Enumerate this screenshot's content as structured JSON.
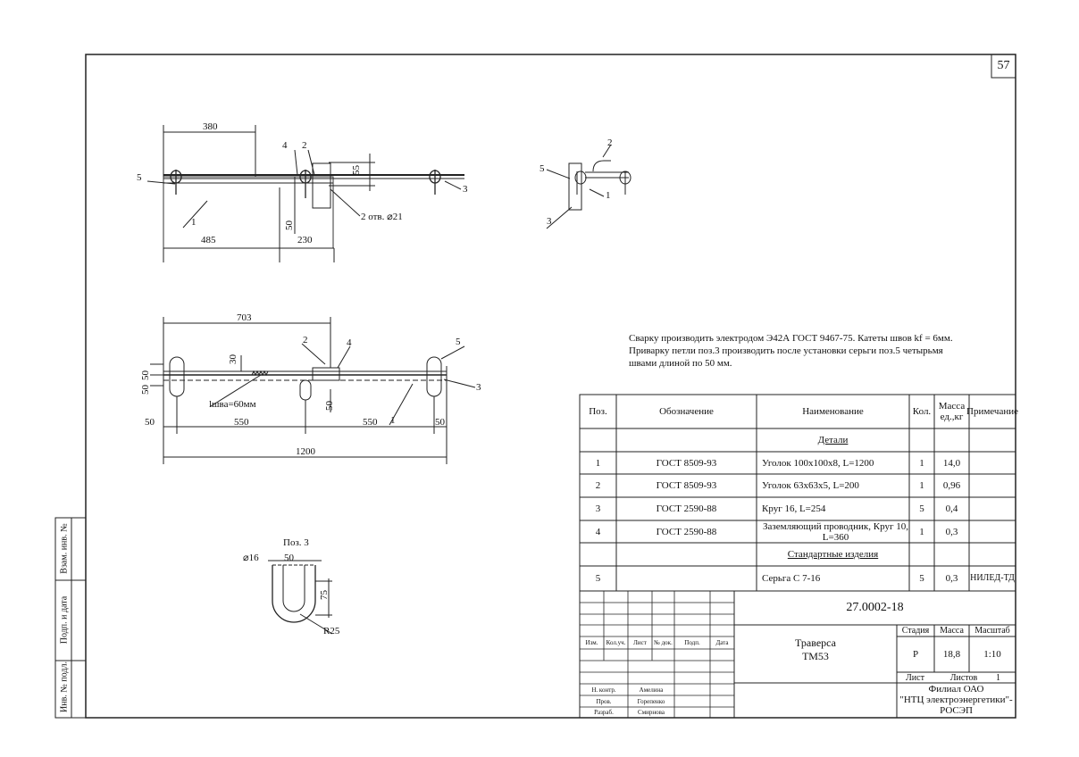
{
  "sheet_number": "57",
  "view1": {
    "dims": [
      "380",
      "485",
      "230",
      "55",
      "50"
    ],
    "callouts": [
      "1",
      "2",
      "3",
      "4",
      "5"
    ],
    "holes": "2 отв. ⌀21"
  },
  "view2": {
    "dims": [
      "703",
      "30",
      "50",
      "50",
      "50",
      "550",
      "550",
      "50",
      "1200",
      "50"
    ],
    "weld": "lшва=60мм",
    "callouts": [
      "1",
      "2",
      "3",
      "4",
      "5"
    ]
  },
  "side_view": {
    "callouts": [
      "1",
      "2",
      "3",
      "5"
    ]
  },
  "pos3": {
    "title": "Поз. 3",
    "d16": "⌀16",
    "w50": "50",
    "h75": "75",
    "r25": "R25"
  },
  "notes": [
    "Сварку производить электродом Э42А ГОСТ 9467-75.  Катеты швов kf = 6мм.",
    "Приварку петли поз.3 производить после установки серьги поз.5 четырьмя",
    "швами длиной по 50 мм."
  ],
  "spec": {
    "headers": {
      "pos": "Поз.",
      "designation": "Обозначение",
      "name": "Наименование",
      "qty": "Кол.",
      "mass": "Масса ед.,кг",
      "note": "Примечание"
    },
    "section_details": "Детали",
    "section_std": "Стандартные изделия",
    "rows": [
      {
        "pos": "1",
        "designation": "ГОСТ 8509-93",
        "name": "Уголок 100х100х8, L=1200",
        "qty": "1",
        "mass": "14,0",
        "note": ""
      },
      {
        "pos": "2",
        "designation": "ГОСТ 8509-93",
        "name": "Уголок 63х63х5, L=200",
        "qty": "1",
        "mass": "0,96",
        "note": ""
      },
      {
        "pos": "3",
        "designation": "ГОСТ 2590-88",
        "name": "Круг 16,  L=254",
        "qty": "5",
        "mass": "0,4",
        "note": ""
      },
      {
        "pos": "4",
        "designation": "ГОСТ 2590-88",
        "name": "Заземляющий проводник, Круг 10, L=360",
        "qty": "1",
        "mass": "0,3",
        "note": ""
      }
    ],
    "std_rows": [
      {
        "pos": "5",
        "designation": "",
        "name": "Серьга С 7-16",
        "qty": "5",
        "mass": "0,3",
        "note": "НИЛЕД-ТД"
      }
    ]
  },
  "titleblock": {
    "code": "27.0002-18",
    "title1": "Траверса",
    "title2": "ТМ53",
    "stage_label": "Стадия",
    "mass_label": "Масса",
    "scale_label": "Масштаб",
    "stage": "Р",
    "mass": "18,8",
    "scale": "1:10",
    "sheet_label": "Лист",
    "sheets_label": "Листов",
    "sheets": "1",
    "org1": "Филиал ОАО",
    "org2": "\"НТЦ электроэнергетики\"-",
    "org3": "РОСЭП",
    "col_headers": [
      "Изм.",
      "Кол.уч.",
      "Лист",
      "№ док.",
      "Подп.",
      "Дата"
    ],
    "people": [
      {
        "role": "Н. контр.",
        "name": "Амелина"
      },
      {
        "role": "Пров.",
        "name": "Горепенко"
      },
      {
        "role": "Разраб.",
        "name": "Смирнова"
      }
    ]
  },
  "side_stamp": [
    "Инв. № подл.",
    "Подп. и дата",
    "Взам. инв. №"
  ]
}
